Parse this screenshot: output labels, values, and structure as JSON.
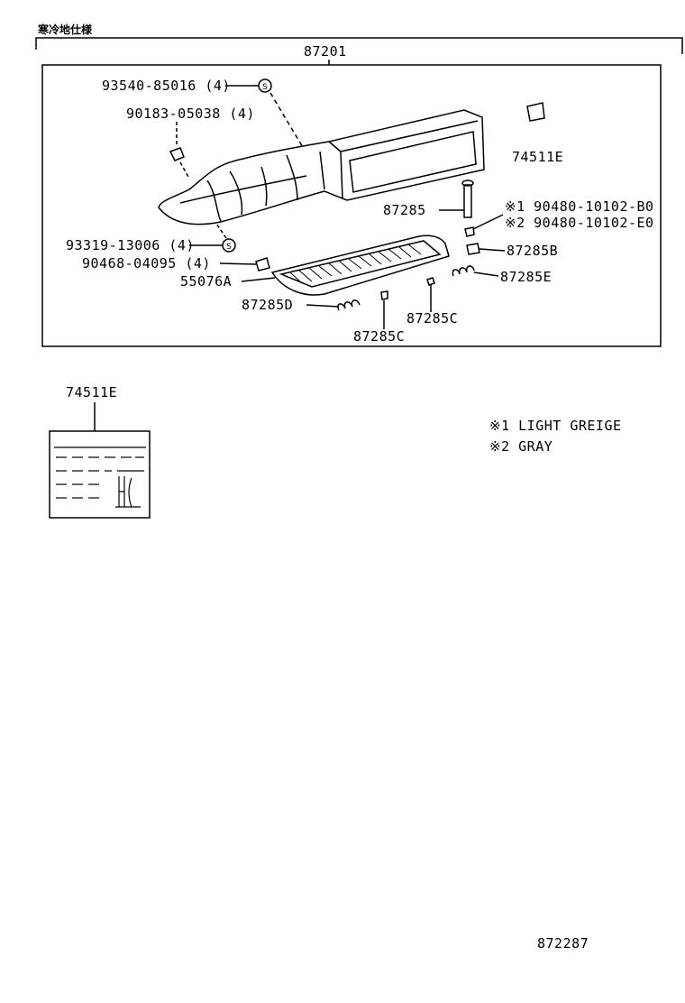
{
  "header_note": "寒冷地仕様",
  "assembly_number": "87201",
  "callouts": {
    "screw_top": "93540-85016 (4)",
    "clip_top": "90183-05038 (4)",
    "label_part": "74511E",
    "pin": "87285",
    "plug_1": "※1 90480-10102-B0",
    "plug_2": "※2 90480-10102-E0",
    "part_b": "87285B",
    "spring_e": "87285E",
    "screw_bottom": "93319-13006 (4)",
    "clip_bottom": "90468-04095 (4)",
    "step_part": "55076A",
    "spring_d": "87285D",
    "part_c_right": "87285C",
    "part_c_bottom": "87285C"
  },
  "detail_label": "74511E",
  "legend": [
    "※1 LIGHT GREIGE",
    "※2 GRAY"
  ],
  "diagram_code": "872287",
  "screw_symbol": "S"
}
